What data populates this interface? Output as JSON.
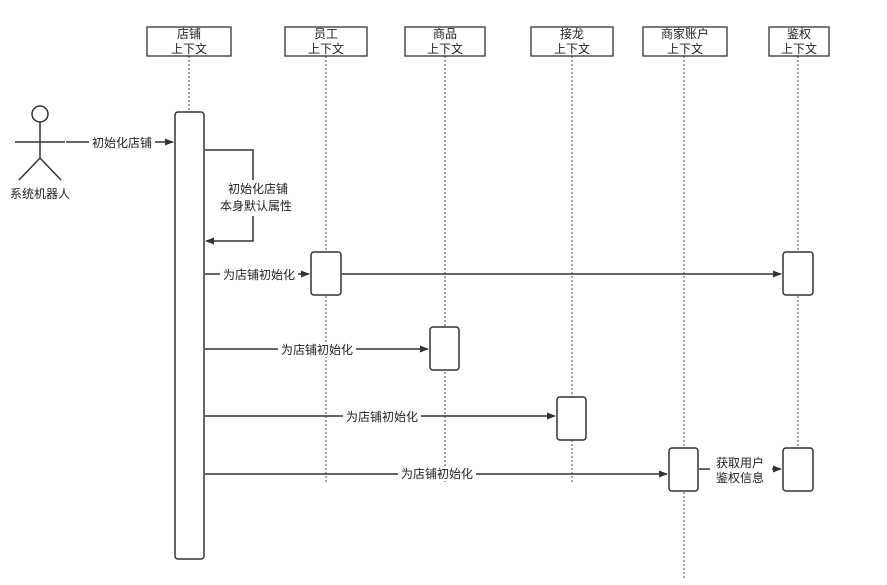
{
  "actor": {
    "label": "系统机器人"
  },
  "participants": [
    {
      "name": "店铺",
      "sub": "上下文"
    },
    {
      "name": "员工",
      "sub": "上下文"
    },
    {
      "name": "商品",
      "sub": "上下文"
    },
    {
      "name": "接龙",
      "sub": "上下文"
    },
    {
      "name": "商家账户",
      "sub": "上下文"
    },
    {
      "name": "鉴权",
      "sub": "上下文"
    }
  ],
  "messages": {
    "init_shop": "初始化店铺",
    "self_line1": "初始化店铺",
    "self_line2": "本身默认属性",
    "init_staff": "为店铺初始化",
    "init_goods": "为店铺初始化",
    "init_jielong": "为店铺初始化",
    "init_account": "为店铺初始化",
    "auth_line1": "获取用户",
    "auth_line2": "鉴权信息"
  },
  "colors": {
    "line": "#333333",
    "lifeline": "#666666"
  }
}
